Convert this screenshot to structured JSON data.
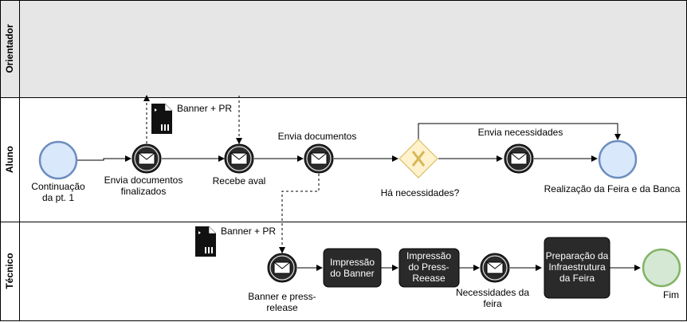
{
  "lanes": {
    "orientador": "Orientador",
    "aluno": "Aluno",
    "tecnico": "Técnico"
  },
  "events": {
    "start_label_1": "Continuação",
    "start_label_2": "da pt. 1",
    "end_aluno_label": "Realização da Feira e da Banca",
    "end_label": "Fim"
  },
  "messages": {
    "envia_finalizados_1": "Envia documentos",
    "envia_finalizados_2": "finalizados",
    "recebe_aval": "Recebe aval",
    "envia_documentos": "Envia documentos",
    "envia_necessidades": "Envia necessidades",
    "banner_press_1": "Banner e press-",
    "banner_press_2": "release",
    "necessidades_feira_1": "Necessidades da",
    "necessidades_feira_2": "feira"
  },
  "gateway": {
    "label": "Há necessidades?"
  },
  "tasks": {
    "impressao_banner_1": "Impressão",
    "impressao_banner_2": "do Banner",
    "impressao_press_1": "Impressão",
    "impressao_press_2": "do Press-",
    "impressao_press_3": "Reease",
    "preparacao_1": "Preparação da",
    "preparacao_2": "Infraestrutura",
    "preparacao_3": "da Feira"
  },
  "data_objects": {
    "banner_pr_top": "Banner + PR",
    "banner_pr_bottom": "Banner + PR"
  },
  "colors": {
    "orientador_lane_bg": "#e6e6e6",
    "start_fill": "#dae8fc",
    "start_stroke": "#6c8ebf",
    "end_fill": "#d5e8d4",
    "end_stroke": "#82b366",
    "gateway_fill": "#fff2cc",
    "gateway_stroke": "#d6b656",
    "task_fill": "#2a2a2a"
  }
}
